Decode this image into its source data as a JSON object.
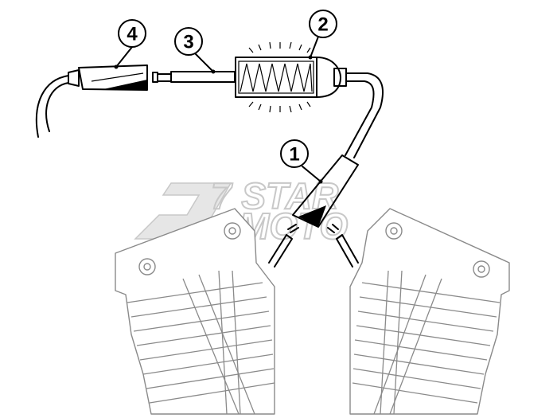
{
  "diagram": {
    "callouts": [
      {
        "label": "1"
      },
      {
        "label": "2"
      },
      {
        "label": "3"
      },
      {
        "label": "4"
      }
    ],
    "watermark": {
      "line1": "7 STAR",
      "line2": "MOTO"
    },
    "colors": {
      "line": "#000000",
      "engine": "#8a8a8a",
      "watermark": "#c8c8c8"
    }
  }
}
